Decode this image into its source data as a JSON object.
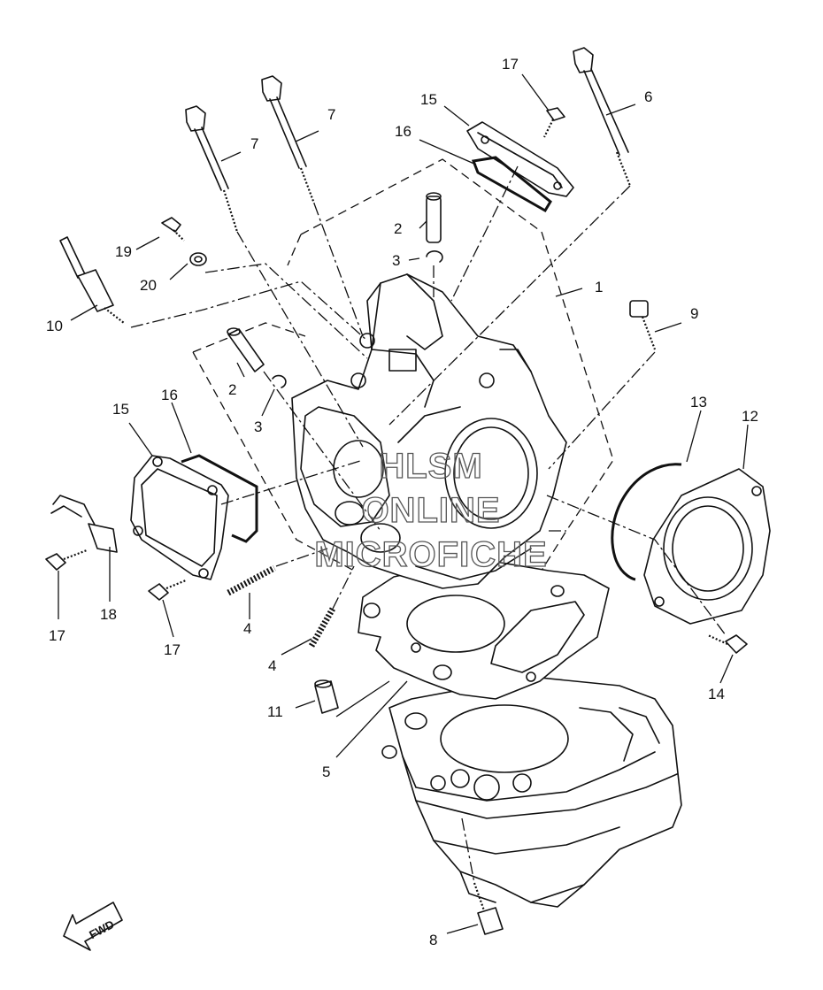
{
  "diagram": {
    "callouts": [
      {
        "id": "c1",
        "text": "1"
      },
      {
        "id": "c2a",
        "text": "2"
      },
      {
        "id": "c2b",
        "text": "2"
      },
      {
        "id": "c3a",
        "text": "3"
      },
      {
        "id": "c3b",
        "text": "3"
      },
      {
        "id": "c4a",
        "text": "4"
      },
      {
        "id": "c4b",
        "text": "4"
      },
      {
        "id": "c5",
        "text": "5"
      },
      {
        "id": "c6",
        "text": "6"
      },
      {
        "id": "c7a",
        "text": "7"
      },
      {
        "id": "c7b",
        "text": "7"
      },
      {
        "id": "c8",
        "text": "8"
      },
      {
        "id": "c9",
        "text": "9"
      },
      {
        "id": "c10",
        "text": "10"
      },
      {
        "id": "c11",
        "text": "11"
      },
      {
        "id": "c12",
        "text": "12"
      },
      {
        "id": "c13",
        "text": "13"
      },
      {
        "id": "c14",
        "text": "14"
      },
      {
        "id": "c15a",
        "text": "15"
      },
      {
        "id": "c15b",
        "text": "15"
      },
      {
        "id": "c16a",
        "text": "16"
      },
      {
        "id": "c16b",
        "text": "16"
      },
      {
        "id": "c17a",
        "text": "17"
      },
      {
        "id": "c17b",
        "text": "17"
      },
      {
        "id": "c17c",
        "text": "17"
      },
      {
        "id": "c18",
        "text": "18"
      },
      {
        "id": "c19",
        "text": "19"
      },
      {
        "id": "c20",
        "text": "20"
      }
    ],
    "watermark": [
      "HLSM",
      "ONLINE",
      "MICROFICHE"
    ],
    "direction_arrow": "FWD"
  }
}
